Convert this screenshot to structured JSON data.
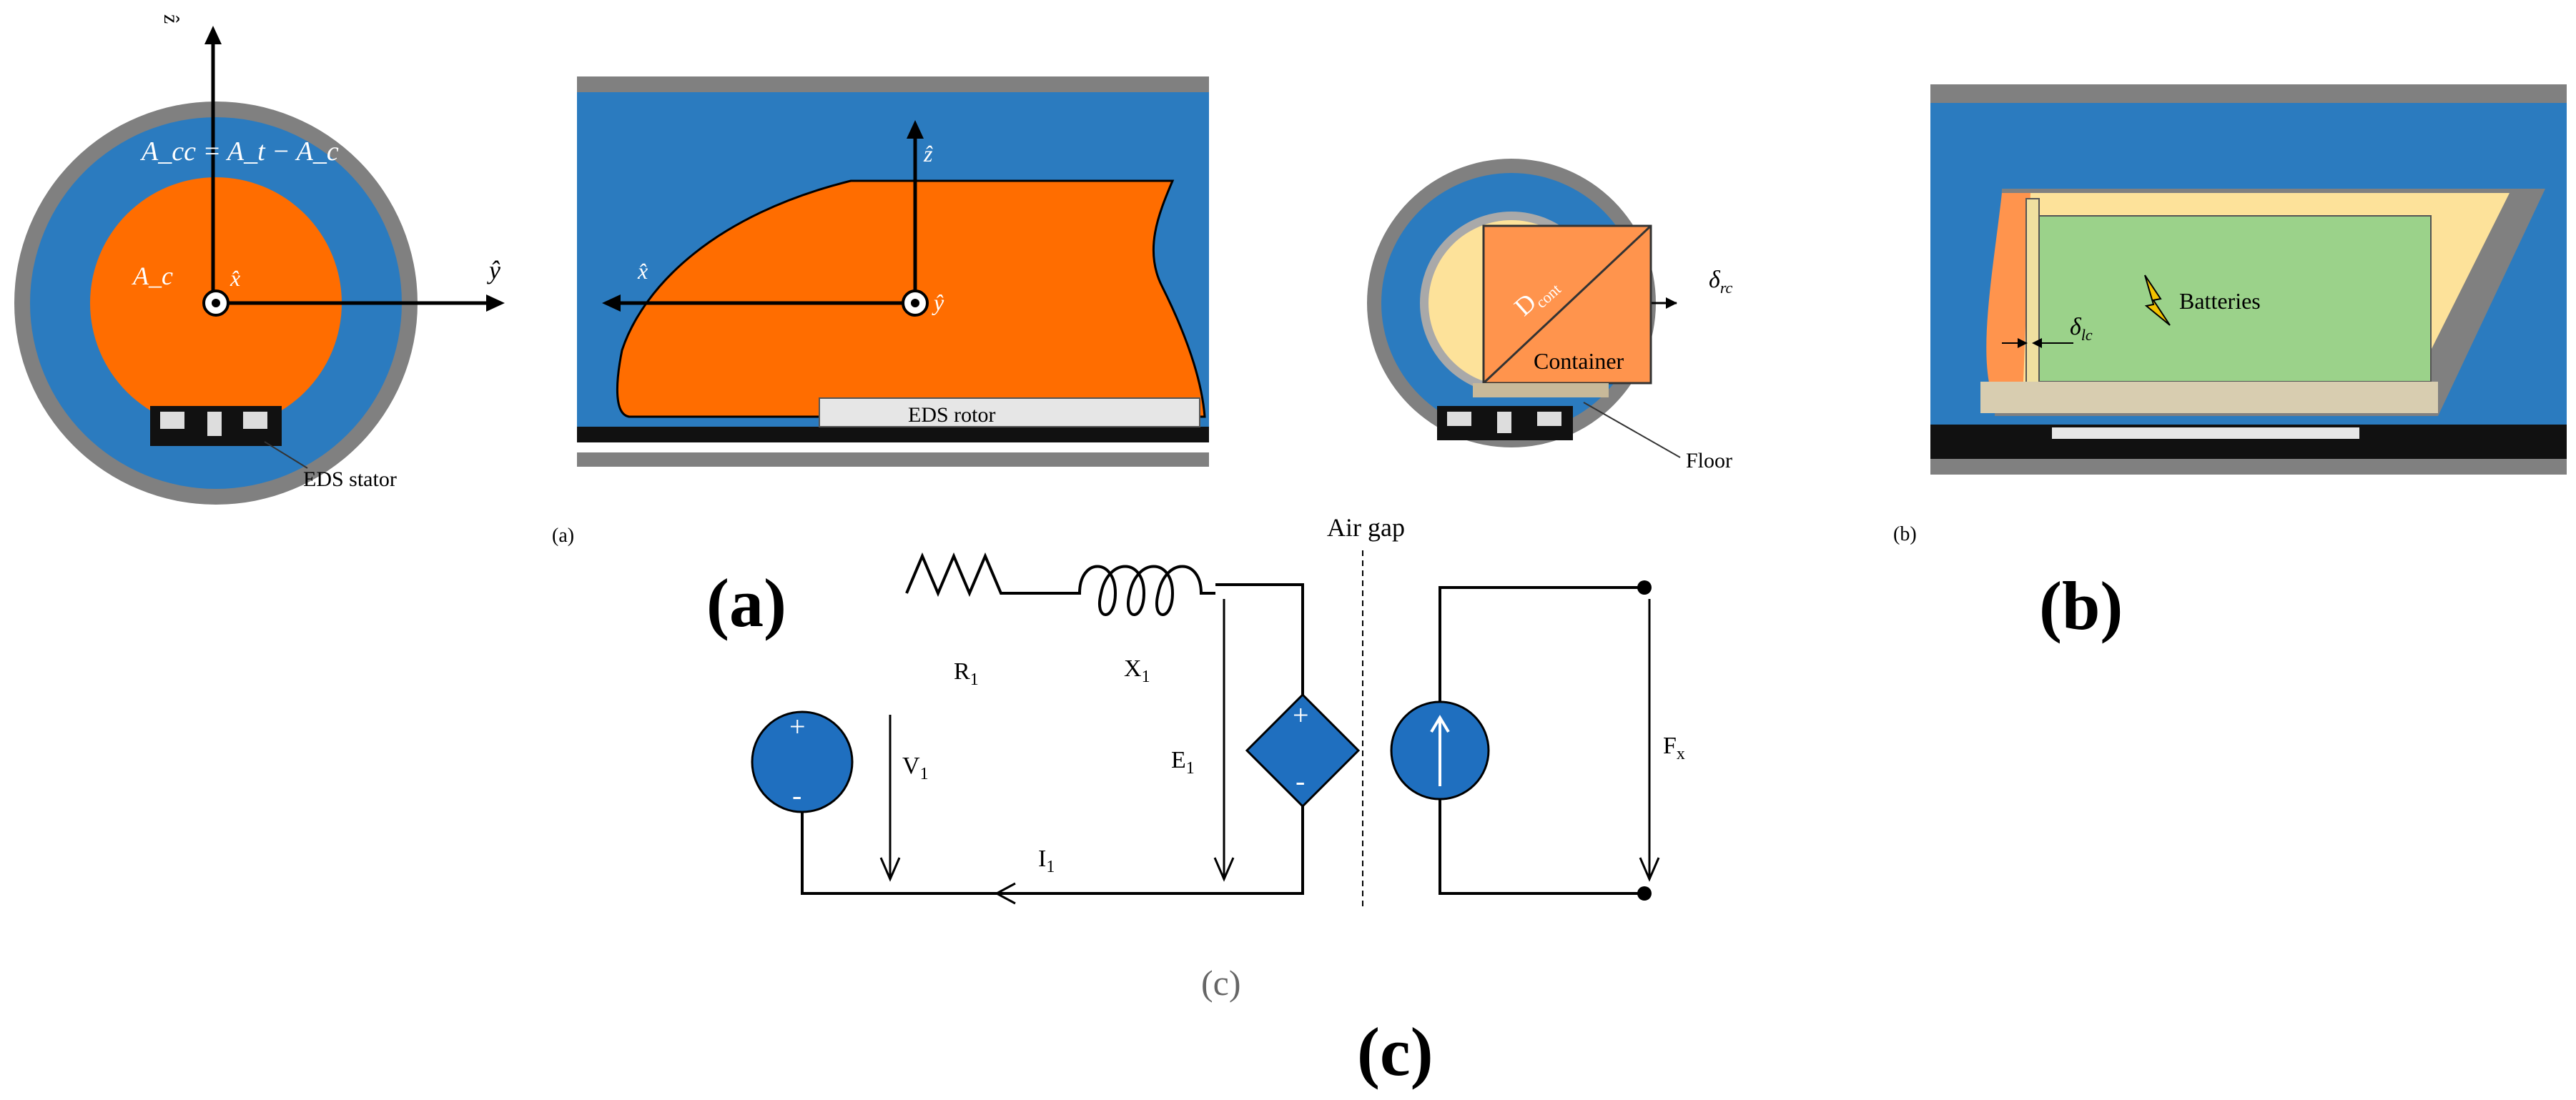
{
  "labels": {
    "z_axis": "ẑ",
    "y_axis": "ŷ",
    "x_axis": "x̂",
    "area_cc": "A_cc = A_t − A_c",
    "area_c": "A_c",
    "eds_stator": "EDS stator",
    "eds_rotor": "EDS rotor",
    "d_cont": "D",
    "d_cont_sub": "cont",
    "delta_rc": "δ",
    "delta_rc_sub": "rc",
    "container": "Container",
    "floor": "Floor",
    "delta_lc": "δ",
    "delta_lc_sub": "lc",
    "batteries": "Batteries",
    "small_a": "(a)",
    "small_b": "(b)",
    "small_c": "(c)",
    "big_a": "(a)",
    "big_b": "(b)",
    "big_c": "(c)"
  },
  "circuit": {
    "air_gap": "Air gap",
    "r1": "R",
    "r1_sub": "1",
    "x1": "X",
    "x1_sub": "1",
    "v1": "V",
    "v1_sub": "1",
    "e1": "E",
    "e1_sub": "1",
    "i1": "I",
    "i1_sub": "1",
    "fx": "F",
    "fx_sub": "x",
    "plus": "+",
    "minus": "-"
  },
  "colors": {
    "blue": "#2b7bbf",
    "orange": "#ff6d00",
    "gray": "#808080",
    "light_yellow": "#fde29a",
    "green": "#9bd28a",
    "circuit_blue": "#1f6fbf"
  }
}
